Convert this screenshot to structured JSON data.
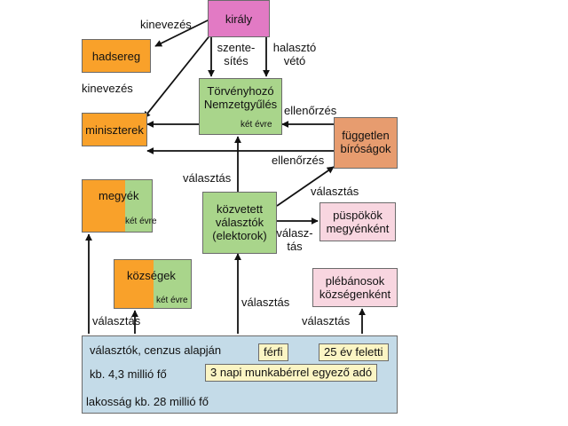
{
  "colors": {
    "orange": "#f9a12a",
    "green": "#a9d58b",
    "pink": "#e27ac4",
    "salmon": "#e79c6f",
    "light_pink": "#f8d6e0",
    "blue": "#c4dbe8",
    "yellow": "#fbf5c4"
  },
  "nodes": {
    "kiraly": "király",
    "hadsereg": "hadsereg",
    "miniszterek": "miniszterek",
    "torvenyhozo_1": "Törvényhozó",
    "torvenyhozo_2": "Nemzetgyűlés",
    "torvenyhozo_term": "két évre",
    "fuggetlen_1": "független",
    "fuggetlen_2": "bíróságok",
    "megyek": "megyék",
    "megyek_term": "két évre",
    "kozsegek": "községek",
    "kozsegek_term": "két évre",
    "kozvetett_1": "közvetett",
    "kozvetett_2": "választók",
    "kozvetett_3": "(elektorok)",
    "puspokok_1": "püspökök",
    "puspokok_2": "megyénként",
    "plebanosok_1": "plébánosok",
    "plebanosok_2": "községenként"
  },
  "electorate": {
    "title": "választók, cenzus alapján",
    "count": "kb. 4,3 millió fő",
    "male": "férfi",
    "age": "25 év feletti",
    "tax": "3 napi munkabérrel egyező adó",
    "population": "lakosság kb. 28 millió fő"
  },
  "edge_labels": {
    "kinevezes_1": "kinevezés",
    "kinevezes_2": "kinevezés",
    "szentesites_1": "szente-",
    "szentesites_2": "sítés",
    "halaszto_1": "halasztó",
    "halaszto_2": "vétó",
    "ellenorzes_1": "ellenőrzés",
    "ellenorzes_2": "ellenőrzés",
    "valasztas_1": "választás",
    "valasztas_2": "választás",
    "valasztas_3_1": "válasz-",
    "valasztas_3_2": "tás",
    "valasztas_4": "választás",
    "valasztas_5": "választás",
    "valasztas_6": "választás"
  }
}
